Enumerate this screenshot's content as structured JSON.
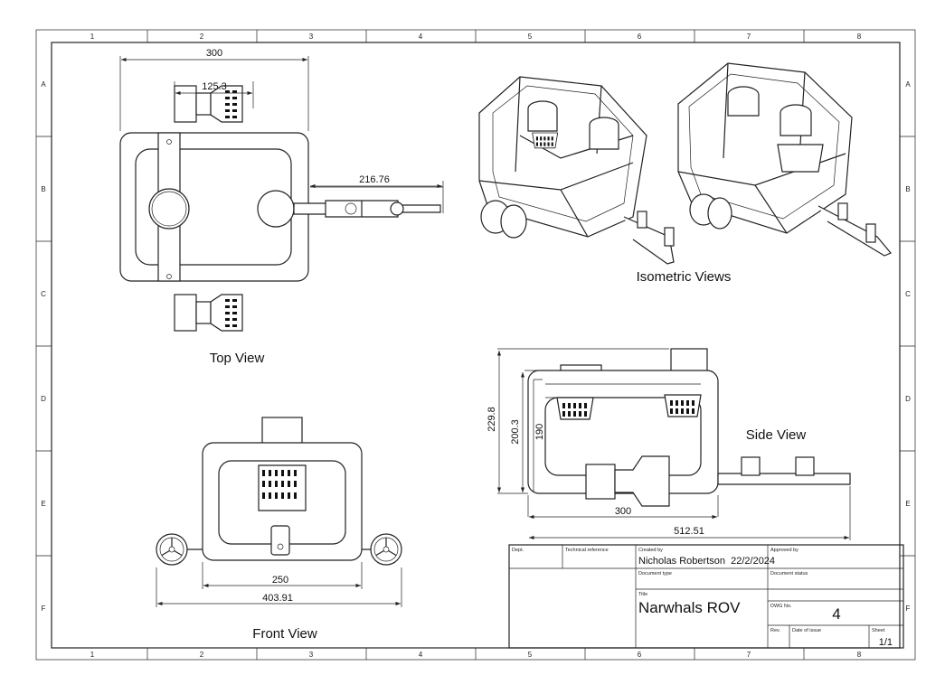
{
  "sheet": {
    "columns": [
      "1",
      "2",
      "3",
      "4",
      "5",
      "6",
      "7",
      "8"
    ],
    "rows": [
      "A",
      "B",
      "C",
      "D",
      "E",
      "F"
    ]
  },
  "views": {
    "top": {
      "label": "Top View",
      "dims": {
        "overall_width": "300",
        "thruster_span": "125.3",
        "tether_length": "216.76"
      }
    },
    "isometric": {
      "label": "Isometric Views"
    },
    "side": {
      "label": "Side View",
      "dims": {
        "height_total": "229.8",
        "height_frame": "200.3",
        "height_inner": "190",
        "frame_length": "300",
        "overall_length": "512.51"
      }
    },
    "front": {
      "label": "Front View",
      "dims": {
        "frame_width": "250",
        "overall_width": "403.91"
      }
    }
  },
  "title_block": {
    "dept_label": "Dept.",
    "tech_ref_label": "Technical reference",
    "created_by_label": "Created by",
    "created_by_value": "Nicholas Robertson  22/2/2024",
    "approved_by_label": "Approved by",
    "doc_type_label": "Document type",
    "doc_status_label": "Document status",
    "title_label": "Title",
    "title_value": "Narwhals ROV",
    "dwg_no_label": "DWG No.",
    "dwg_no_value": "4",
    "rev_label": "Rev.",
    "date_issue_label": "Date of issue",
    "sheet_label": "Sheet",
    "sheet_value": "1/1"
  }
}
